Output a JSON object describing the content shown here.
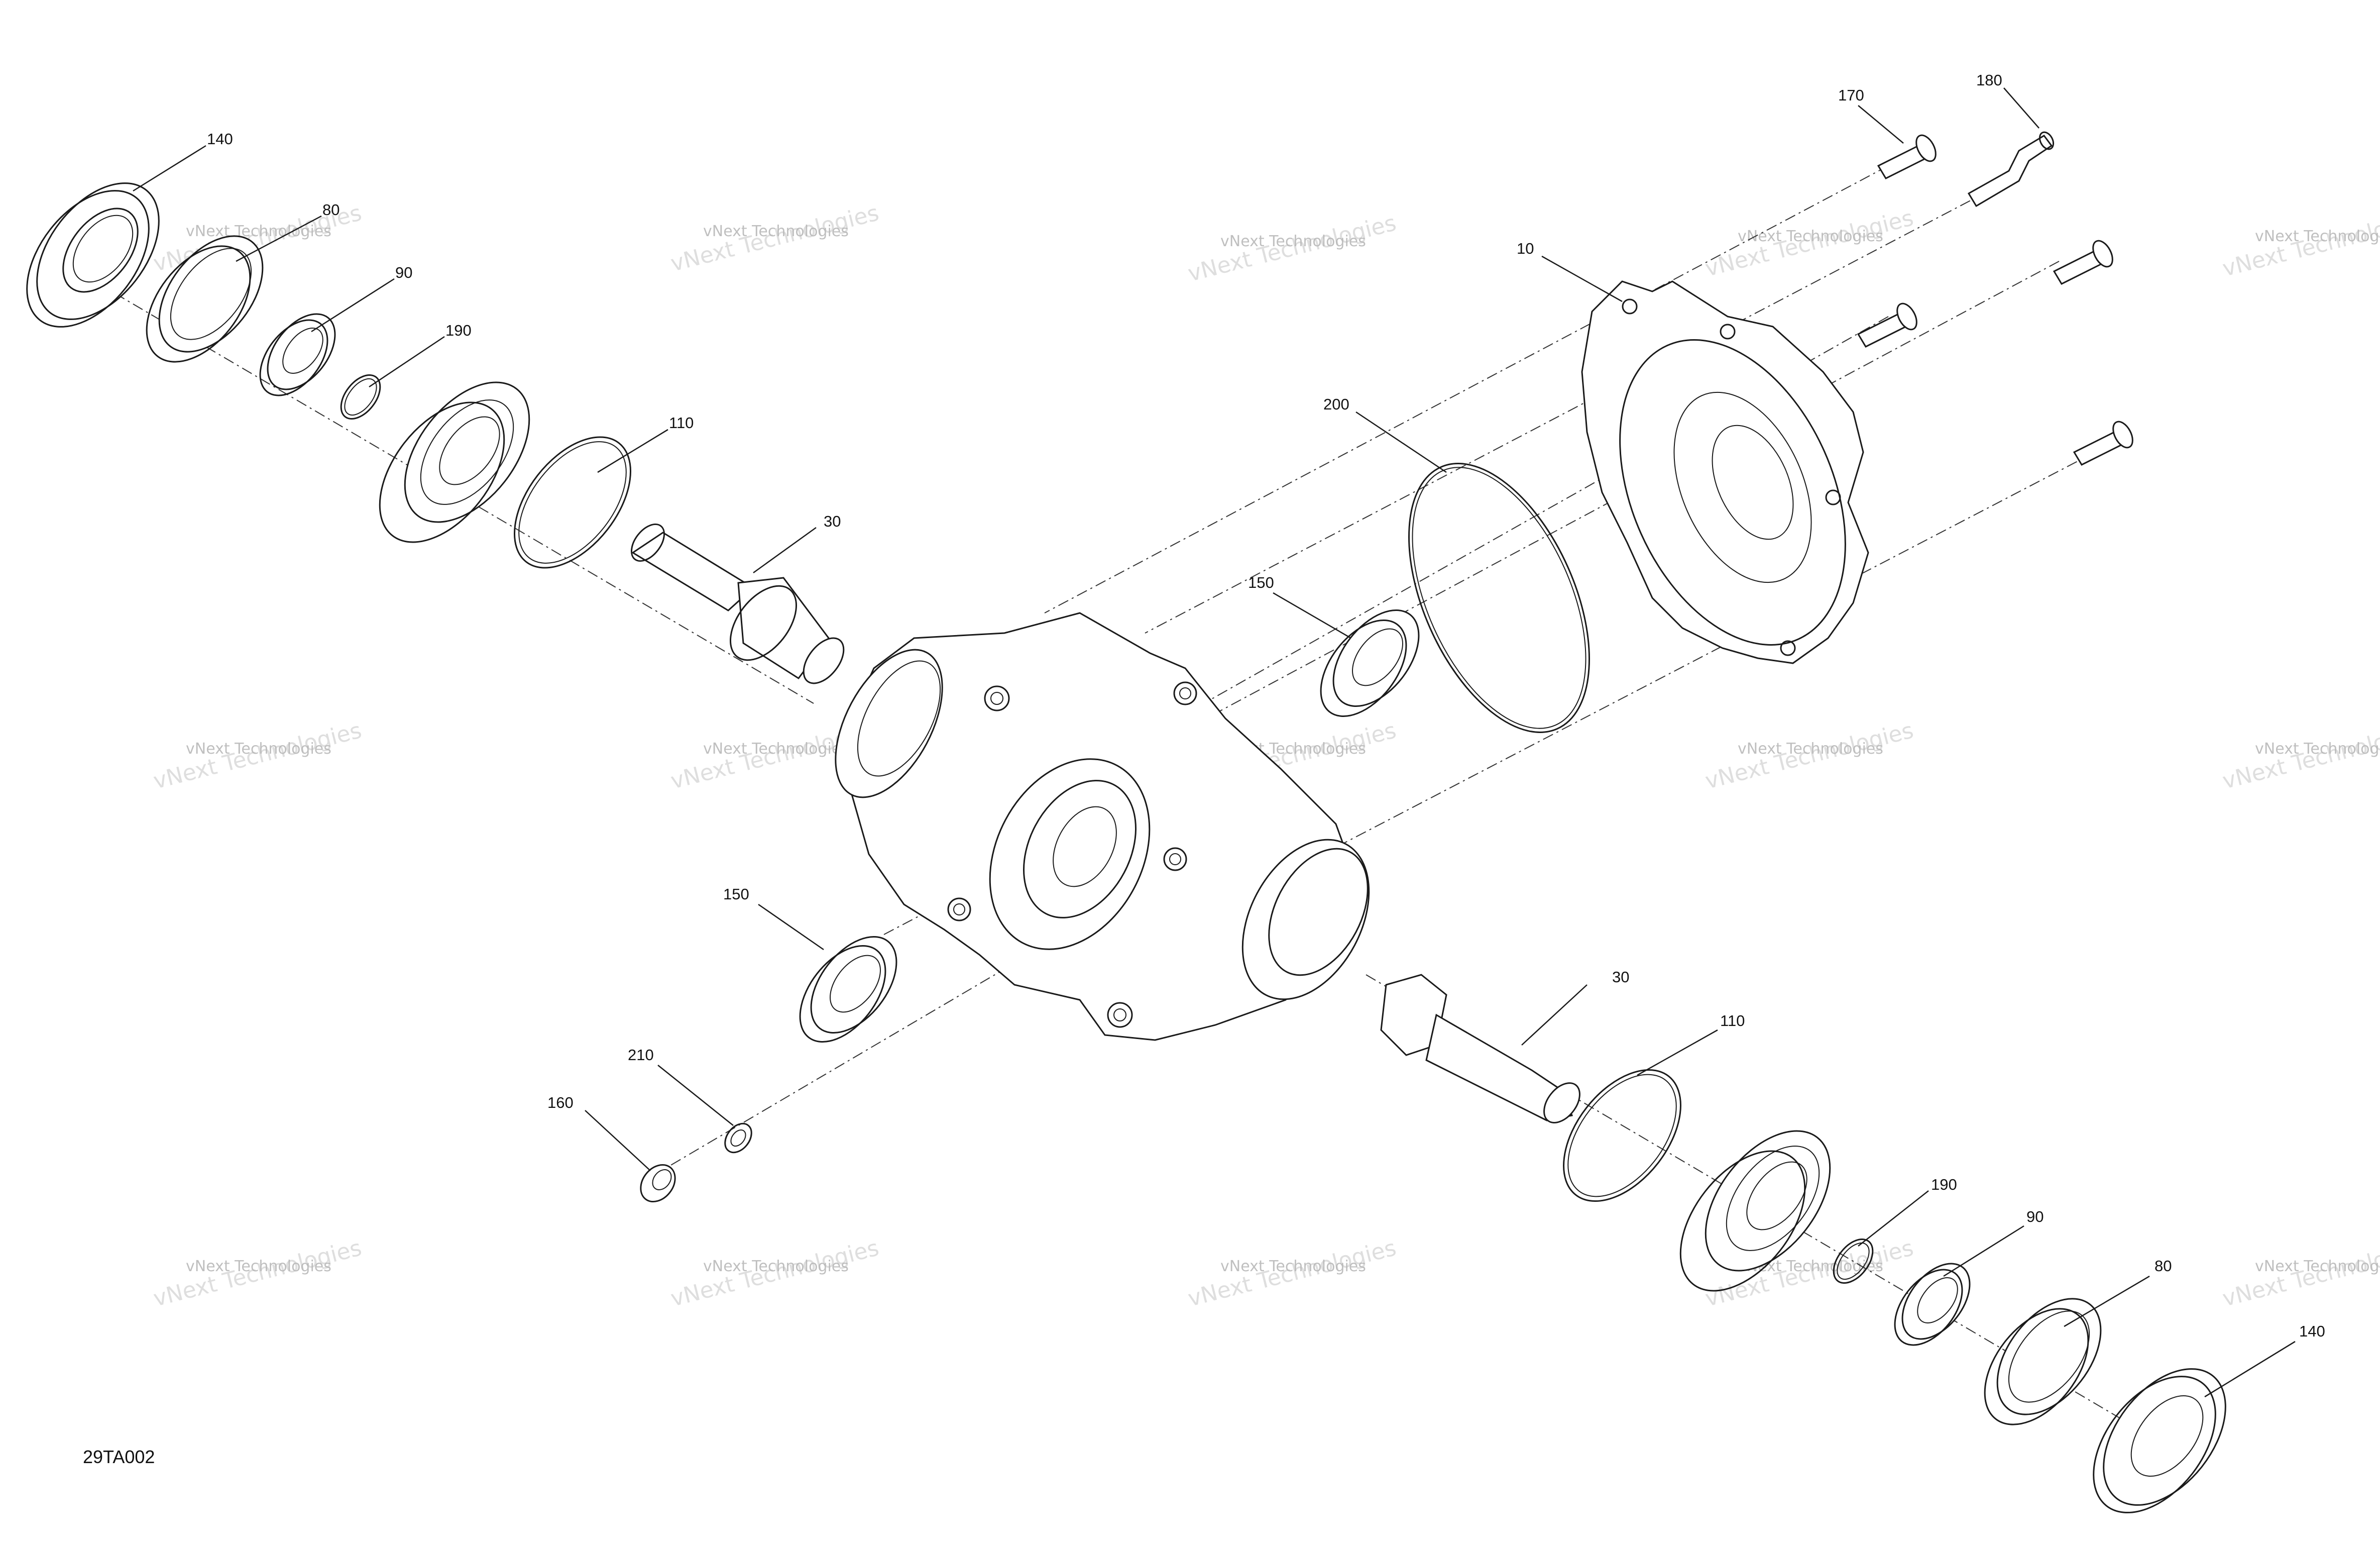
{
  "drawing_code": "29TA002",
  "watermark": {
    "line1": "vNext Technologies",
    "line2": "vNext Technologies"
  },
  "callouts": [
    {
      "id": "c140a",
      "label": "140"
    },
    {
      "id": "c80a",
      "label": "80"
    },
    {
      "id": "c90a",
      "label": "90"
    },
    {
      "id": "c190a",
      "label": "190"
    },
    {
      "id": "c110a",
      "label": "110"
    },
    {
      "id": "c30a",
      "label": "30"
    },
    {
      "id": "c170",
      "label": "170"
    },
    {
      "id": "c180",
      "label": "180"
    },
    {
      "id": "c10",
      "label": "10"
    },
    {
      "id": "c200",
      "label": "200"
    },
    {
      "id": "c150a",
      "label": "150"
    },
    {
      "id": "c150b",
      "label": "150"
    },
    {
      "id": "c210",
      "label": "210"
    },
    {
      "id": "c160",
      "label": "160"
    },
    {
      "id": "c30b",
      "label": "30"
    },
    {
      "id": "c110b",
      "label": "110"
    },
    {
      "id": "c190b",
      "label": "190"
    },
    {
      "id": "c90b",
      "label": "90"
    },
    {
      "id": "c80b",
      "label": "80"
    },
    {
      "id": "c140b",
      "label": "140"
    }
  ]
}
